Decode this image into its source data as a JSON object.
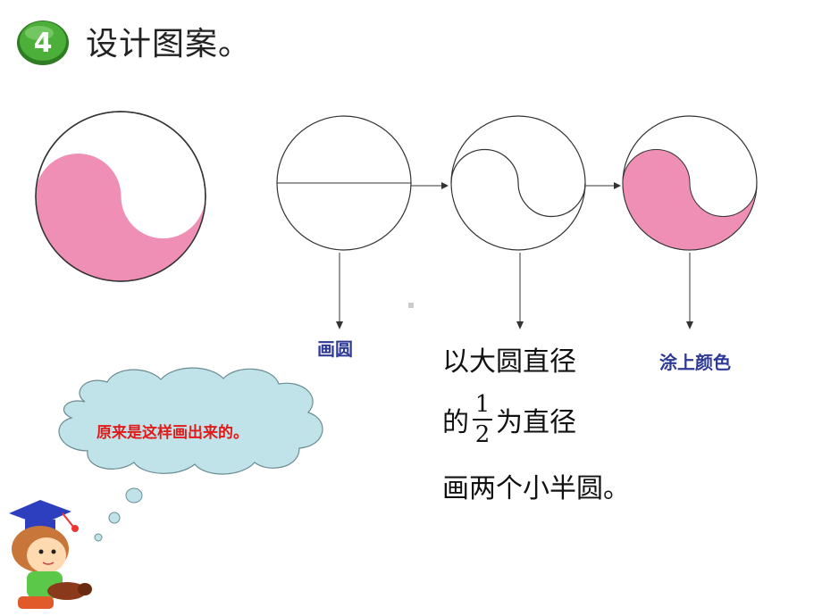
{
  "badge": {
    "number": "4",
    "color": "#3a9a2a"
  },
  "title": "设计图案。",
  "labels": {
    "draw_circle": "画圆",
    "color_it": "涂上颜色"
  },
  "instruction": {
    "line1": "以大圆直径",
    "line2_prefix": "的",
    "fraction_num": "1",
    "fraction_den": "2",
    "line2_suffix": "为直径",
    "line3": "画两个小半圆。"
  },
  "cloud_text": "原来是这样画出来的。",
  "colors": {
    "pink": "#f08fb5",
    "cloud": "#bfe3e8",
    "label_blue": "#2f3a96",
    "cloud_text": "#e21a1a"
  }
}
